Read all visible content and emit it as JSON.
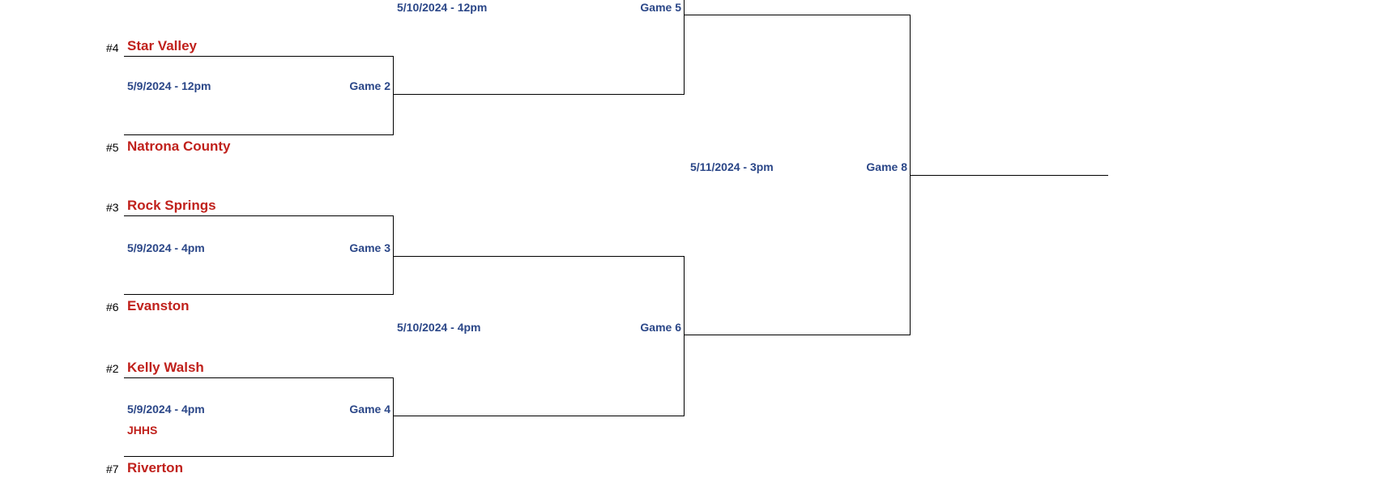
{
  "colors": {
    "team": "#c0211c",
    "info": "#2b4788",
    "lines": "#000000"
  },
  "teams": [
    {
      "seed": "#4",
      "name": "Star Valley"
    },
    {
      "seed": "#5",
      "name": "Natrona County"
    },
    {
      "seed": "#3",
      "name": "Rock Springs"
    },
    {
      "seed": "#6",
      "name": "Evanston"
    },
    {
      "seed": "#2",
      "name": "Kelly Walsh"
    },
    {
      "seed": "#7",
      "name": "Riverton"
    }
  ],
  "games": {
    "game2": {
      "label": "Game 2",
      "date": "5/9/2024 - 12pm"
    },
    "game3": {
      "label": "Game 3",
      "date": "5/9/2024 - 4pm"
    },
    "game4": {
      "label": "Game 4",
      "date": "5/9/2024 - 4pm",
      "venue": "JHHS"
    },
    "game5": {
      "label": "Game 5",
      "date": "5/10/2024 - 12pm"
    },
    "game6": {
      "label": "Game 6",
      "date": "5/10/2024 - 4pm"
    },
    "game8": {
      "label": "Game 8",
      "date": "5/11/2024 - 3pm"
    }
  }
}
